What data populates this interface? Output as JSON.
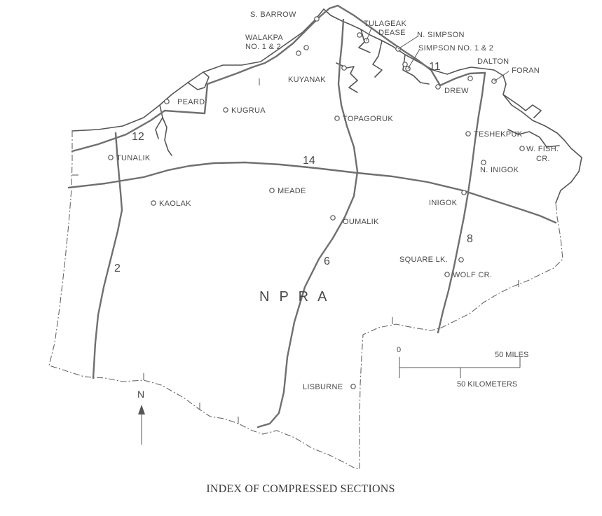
{
  "title": "INDEX OF COMPRESSED SECTIONS",
  "region_label": "N  P  R  A",
  "north_label": "N",
  "scale": {
    "zero": "0",
    "miles": "50 MILES",
    "kilometers": "50 KILOMETERS"
  },
  "sections": [
    "12",
    "14",
    "2",
    "6",
    "11",
    "8"
  ],
  "wells": [
    "S. BARROW",
    "WALAKPA",
    "NO. 1 & 2",
    "TULAGEAK",
    "DEASE",
    "N. SIMPSON",
    "SIMPSON NO. 1 & 2",
    "DALTON",
    "FORAN",
    "KUYANAK",
    "DREW",
    "PEARD",
    "KUGRUA",
    "TOPAGORUK",
    "TESHEKPUK",
    "TUNALIK",
    "W. FISH.",
    "CR.",
    "N. INIGOK",
    "MEADE",
    "KAOLAK",
    "INIGOK",
    "OUMALIK",
    "SQUARE LK.",
    "WOLF CR.",
    "LISBURNE"
  ],
  "colors": {
    "lines": "#666666",
    "text": "#4a4a4a"
  }
}
